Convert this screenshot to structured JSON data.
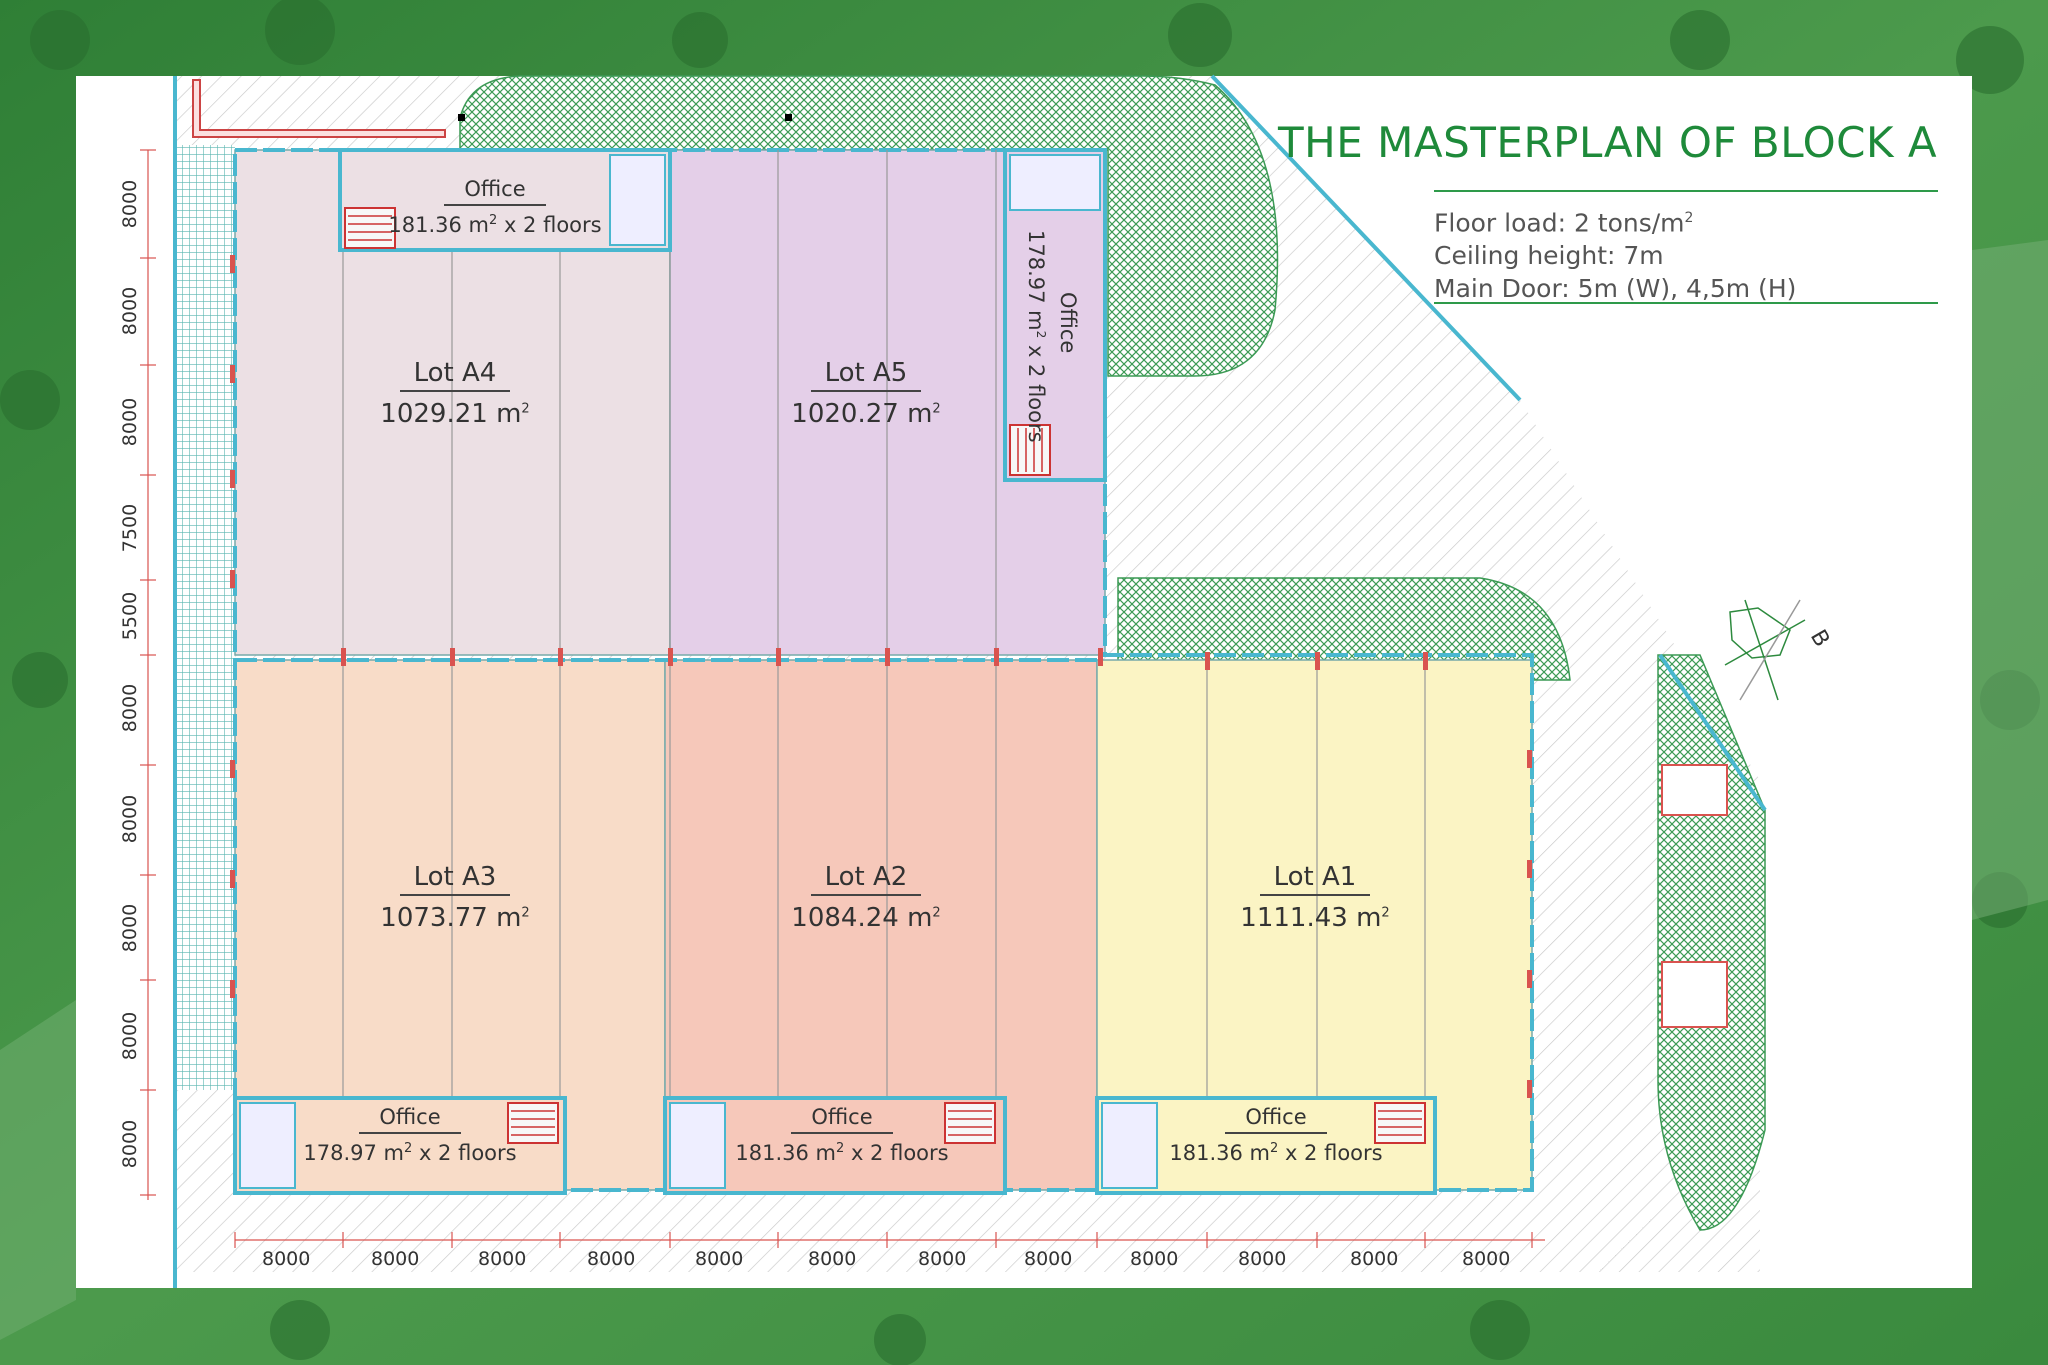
{
  "title": "THE MASTERPLAN OF BLOCK A",
  "specs": {
    "floor_load": "Floor load: 2 tons/m",
    "floor_load_sup": "2",
    "ceiling_height": "Ceiling height: 7m",
    "main_door": "Main Door: 5m (W), 4,5m (H)"
  },
  "lots": {
    "a4": {
      "name": "Lot A4",
      "area": "1029.21 m",
      "sup": "2"
    },
    "a5": {
      "name": "Lot A5",
      "area": "1020.27 m",
      "sup": "2"
    },
    "a3": {
      "name": "Lot A3",
      "area": "1073.77 m",
      "sup": "2"
    },
    "a2": {
      "name": "Lot A2",
      "area": "1084.24 m",
      "sup": "2"
    },
    "a1": {
      "name": "Lot A1",
      "area": "1111.43 m",
      "sup": "2"
    }
  },
  "offices": {
    "a4": {
      "name": "Office",
      "area_pre": "181.36 m",
      "sup": "2",
      "area_post": " x 2 floors"
    },
    "a5": {
      "name": "Office",
      "area_pre": "178.97 m",
      "sup": "2",
      "area_post": " x 2 floors"
    },
    "a3": {
      "name": "Office",
      "area_pre": "178.97 m",
      "sup": "2",
      "area_post": " x 2 floors"
    },
    "a2": {
      "name": "Office",
      "area_pre": "181.36 m",
      "sup": "2",
      "area_post": " x 2 floors"
    },
    "a1": {
      "name": "Office",
      "area_pre": "181.36 m",
      "sup": "2",
      "area_post": " x 2 floors"
    }
  },
  "dimensions": {
    "horizontal": [
      "8000",
      "8000",
      "8000",
      "8000",
      "8000",
      "8000",
      "8000",
      "8000",
      "8000",
      "8000",
      "8000",
      "8000"
    ],
    "vertical": [
      "8000",
      "8000",
      "8000",
      "7500",
      "5500",
      "8000",
      "8000",
      "8000",
      "8000",
      "8000"
    ]
  },
  "compass_label": "B",
  "colors": {
    "lot_a4": "#ece0e4",
    "lot_a5": "#e4cfe8",
    "lot_a3": "#f8dcc8",
    "lot_a2": "#f6c8ba",
    "lot_a1": "#fbf4c4",
    "boundary": "#49b7cf",
    "accent_green": "#1e8a3a"
  }
}
